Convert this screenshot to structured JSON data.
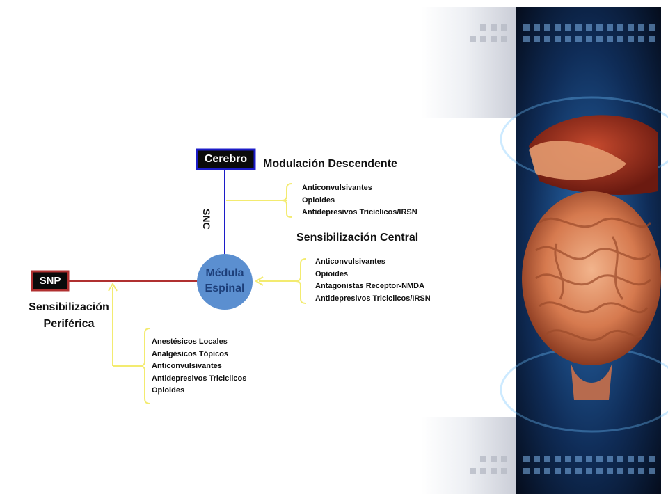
{
  "nodes": {
    "cerebro": "Cerebro",
    "snp": "SNP",
    "medula_line1": "Médula",
    "medula_line2": "Espinal",
    "snc_label": "SNC"
  },
  "headings": {
    "modulacion": "Modulación Descendente",
    "central": "Sensibilización Central",
    "periferica_line1": "Sensibilización",
    "periferica_line2": "Periférica"
  },
  "lists": {
    "modulacion": [
      "Anticonvulsivantes",
      "Opioides",
      "Antidepresivos Triciclicos/IRSN"
    ],
    "central": [
      "Anticonvulsivantes",
      "Opioides",
      "Antagonistas Receptor-NMDA",
      "Antidepresivos Triciclicos/IRSN"
    ],
    "periferica": [
      "Anestésicos Locales",
      "Analgésicos Tópicos",
      "Anticonvulsivantes",
      "Antidepresivos Triciclicos",
      "Opioides"
    ]
  },
  "colors": {
    "cerebro_border": "#1c1cc8",
    "snp_border": "#b03030",
    "box_fill": "#0a0a0a",
    "snc_line": "#1c1cc8",
    "snp_line": "#b03030",
    "bracket": "#f3eb70",
    "medula_fill": "#5b8fd0",
    "medula_text": "#1d3f7a"
  }
}
